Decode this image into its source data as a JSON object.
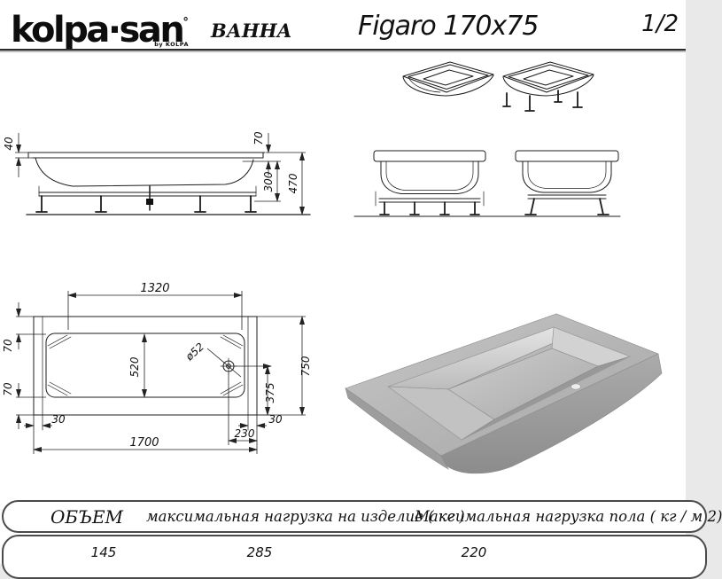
{
  "header": {
    "logo": "kolpa·san",
    "logo_reg": "°",
    "logo_sub": "by KOLPA",
    "doc_type": "ВАННА",
    "model": "Figaro 170x75",
    "page": "1/2"
  },
  "side_view": {
    "d40": "40",
    "d70": "70",
    "d300": "300",
    "d470": "470"
  },
  "plan_view": {
    "len_inner": "1320",
    "off_top": "70",
    "off_bottom": "70",
    "width_inner": "520",
    "drain": "ø52",
    "drain_y": "375",
    "width_total": "750",
    "edge_left": "30",
    "edge_right": "30",
    "drain_x": "230",
    "len_total": "1700"
  },
  "table": {
    "headers": [
      "ОБЪЕМ",
      "максимальная нагрузка на изделие ( кг )",
      "Максимальная нагрузка пола ( кг / м 2)"
    ],
    "values": [
      "145",
      "285",
      "220"
    ]
  }
}
